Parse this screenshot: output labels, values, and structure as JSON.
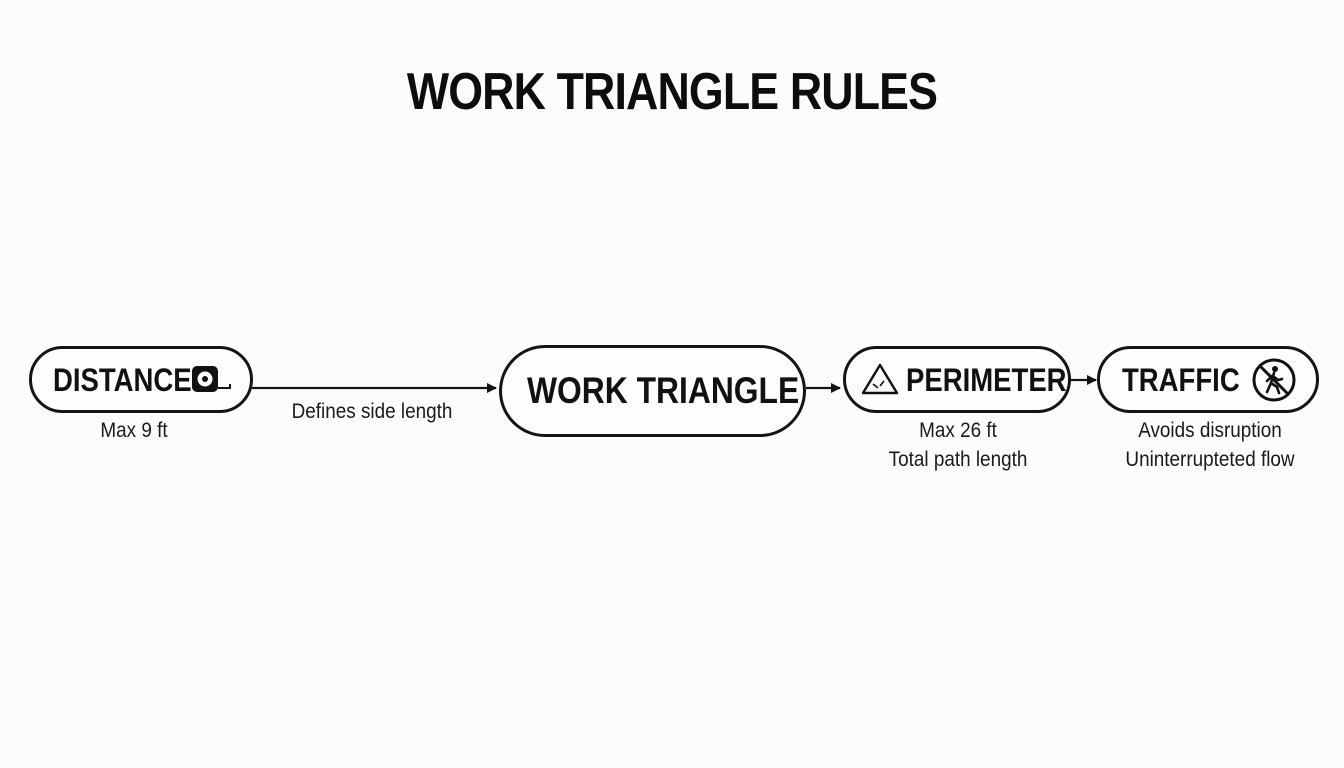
{
  "title": "WORK TRIANGLE RULES",
  "nodes": {
    "distance": {
      "label": "DISTANCE",
      "icon": "tape-measure-icon",
      "caption": "Max 9 ft"
    },
    "work_triangle": {
      "label": "WORK TRIANGLE"
    },
    "perimeter": {
      "label": "PERIMETER",
      "icon": "triangle-icon",
      "caption_line1": "Max 26 ft",
      "caption_line2": "Total path length"
    },
    "traffic": {
      "label": "TRAFFIC",
      "icon": "no-pedestrian-icon",
      "caption_line1": "Avoids disruption",
      "caption_line2": "Uninterruptеted flow"
    }
  },
  "edges": [
    {
      "from": "distance",
      "to": "work_triangle",
      "label": "Defines side length"
    },
    {
      "from": "work_triangle",
      "to": "perimeter",
      "label": ""
    },
    {
      "from": "perimeter",
      "to": "traffic",
      "label": ""
    }
  ]
}
